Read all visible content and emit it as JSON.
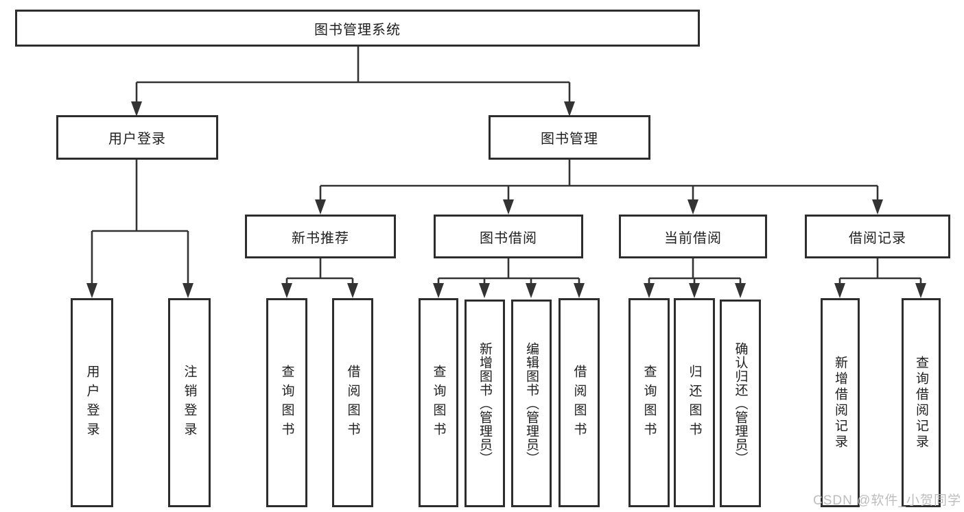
{
  "diagram": {
    "type": "hierarchy-tree",
    "title": "图书管理系统"
  },
  "nodes": {
    "root": {
      "label": "图书管理系统"
    },
    "user_login": {
      "label": "用户登录"
    },
    "book_mgmt": {
      "label": "图书管理"
    },
    "new_book_rec": {
      "label": "新书推荐"
    },
    "book_borrow": {
      "label": "图书借阅"
    },
    "current_borrow": {
      "label": "当前借阅"
    },
    "borrow_record": {
      "label": "借阅记录"
    },
    "leaf_user_login": {
      "label": "用户登录"
    },
    "leaf_logout": {
      "label": "注销登录"
    },
    "leaf_rec_query": {
      "label": "查询图书"
    },
    "leaf_rec_borrow": {
      "label": "借阅图书"
    },
    "leaf_bb_query": {
      "label": "查询图书"
    },
    "leaf_bb_add": {
      "label": "新增图书（管理员）"
    },
    "leaf_bb_edit": {
      "label": "编辑图书（管理员）"
    },
    "leaf_bb_borrow": {
      "label": "借阅图书"
    },
    "leaf_cb_query": {
      "label": "查询图书"
    },
    "leaf_cb_return": {
      "label": "归还图书"
    },
    "leaf_cb_confirm": {
      "label": "确认归还（管理员）"
    },
    "leaf_br_add": {
      "label": "新增借阅记录"
    },
    "leaf_br_query": {
      "label": "查询借阅记录"
    }
  },
  "edges": [
    "root->user_login",
    "root->book_mgmt",
    "user_login->leaf_user_login",
    "user_login->leaf_logout",
    "book_mgmt->new_book_rec",
    "book_mgmt->book_borrow",
    "book_mgmt->current_borrow",
    "book_mgmt->borrow_record",
    "new_book_rec->leaf_rec_query",
    "new_book_rec->leaf_rec_borrow",
    "book_borrow->leaf_bb_query",
    "book_borrow->leaf_bb_add",
    "book_borrow->leaf_bb_edit",
    "book_borrow->leaf_bb_borrow",
    "current_borrow->leaf_cb_query",
    "current_borrow->leaf_cb_return",
    "current_borrow->leaf_cb_confirm",
    "borrow_record->leaf_br_add",
    "borrow_record->leaf_br_query"
  ],
  "watermark": "CSDN @软件_小贺同学",
  "colors": {
    "line": "#333333",
    "box_border": "#2d2d2d",
    "text": "#1f1f1f",
    "watermark": "#bdbdbd",
    "background": "#ffffff"
  }
}
